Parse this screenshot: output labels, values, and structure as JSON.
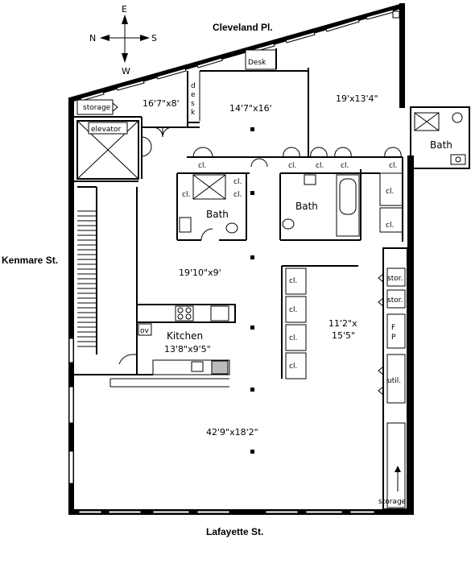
{
  "compass": {
    "n": "N",
    "s": "S",
    "e": "E",
    "w": "W"
  },
  "streets": {
    "top": "Cleveland Pl.",
    "left": "Kenmare St.",
    "bottom": "Lafayette St."
  },
  "labels": {
    "desk_top": "Desk",
    "desk_vertical": [
      "d",
      "e",
      "s",
      "k"
    ],
    "storage_top": "storage",
    "storage_bottom": "storage",
    "elevator": "elevator",
    "dim_study": "16'7\"x8'",
    "dim_bedroom": "14'7\"x16'",
    "dim_master": "19'x13'4\"",
    "bath_left": "Bath",
    "bath_center": "Bath",
    "bath_right": "Bath",
    "closet": "cl.",
    "dim_hall": "19'10\"x9'",
    "kitchen": "Kitchen",
    "dim_kitchen": "13'8\"x9'5\"",
    "oven": "ov",
    "dim_room2_a": "11'2\"x",
    "dim_room2_b": "15'5\"",
    "stor": "stor.",
    "fireplace_f": "F",
    "fireplace_p": "P",
    "util": "util.",
    "dim_living": "42'9\"x18'2\""
  }
}
